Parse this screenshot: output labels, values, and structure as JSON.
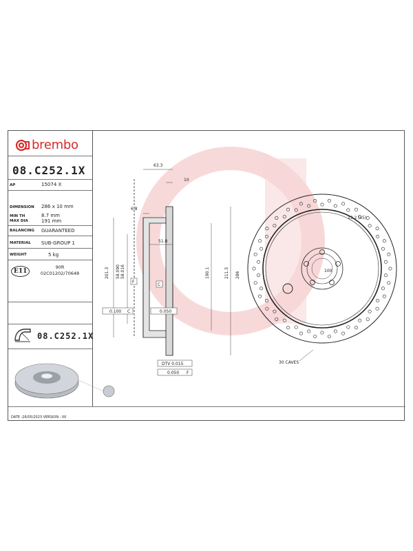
{
  "brand": {
    "name": "brembo",
    "color": "#d62a2a"
  },
  "part_number": "08.C252.1X",
  "spec": {
    "ap_label": "AP",
    "ap_value": "15074 X",
    "dimension_label": "DIMENSION",
    "dimension_value": "286 x 10 mm",
    "min_th_label": "MIN TH",
    "min_th_value": "8.7 mm",
    "max_dia_label": "MAX DIA",
    "max_dia_value": "191 mm",
    "balancing_label": "BALANCING",
    "balancing_value": "GUARANTEED",
    "material_label": "MATERIAL",
    "material_value": "SUB-GROUP 1",
    "weight_label": "WEIGHT",
    "weight_value": "5 kg"
  },
  "certification": {
    "mark": "E11",
    "line1": "90R",
    "line2": "02C01202/70648"
  },
  "footer_part_number": "08.C252.1X",
  "date_line": "DATE :26/05/2023 VERSION : 00",
  "drawing_labels": {
    "d63": "63.3",
    "d10": "10",
    "d68": "6.8",
    "d518": "51.8",
    "d2013": "201.3",
    "d58a": "58.090",
    "d58b": "58.016",
    "d1901": "190.1",
    "d2115": "211.5",
    "d286": "286",
    "f": "F",
    "c": "C",
    "tol1": "0.100",
    "tol1c": "C",
    "tol2": "0.050",
    "dtv": "DTV 0.015",
    "runout": "0.050",
    "runout_f": "F",
    "holes": "13.2 (x5)",
    "pcd": "100",
    "caves": "30 CAVES"
  }
}
